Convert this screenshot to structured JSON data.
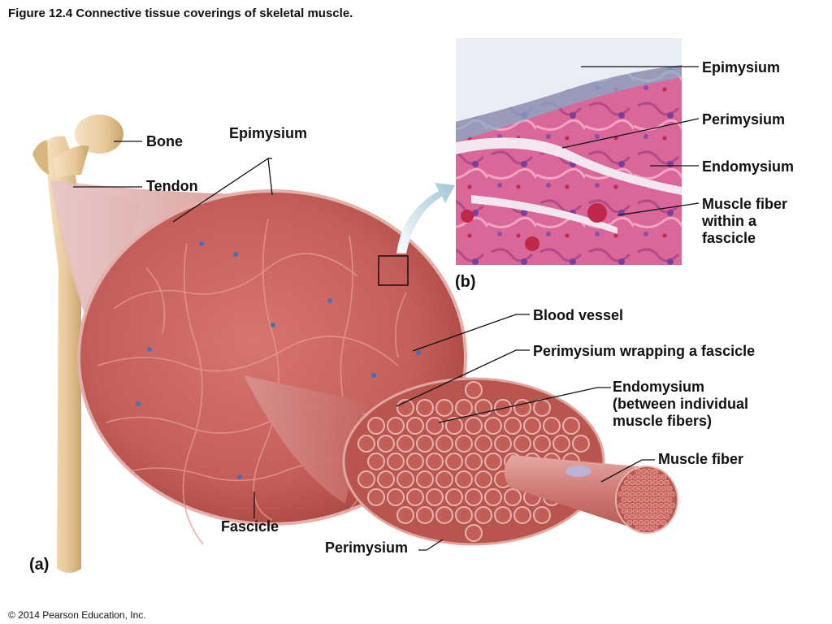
{
  "figure": {
    "title": "Figure 12.4  Connective tissue coverings of skeletal muscle.",
    "copyright": "© 2014 Pearson Education, Inc."
  },
  "panel_a": {
    "label": "(a)",
    "labels": {
      "bone": "Bone",
      "tendon": "Tendon",
      "epimysium": "Epimysium",
      "blood_vessel": "Blood vessel",
      "perimysium_wrapping": "Perimysium wrapping a fascicle",
      "endomysium": [
        "Endomysium",
        "(between individual",
        "muscle fibers)"
      ],
      "muscle_fiber": "Muscle fiber",
      "fascicle": "Fascicle",
      "perimysium": "Perimysium"
    }
  },
  "panel_b": {
    "label": "(b)",
    "labels": {
      "epimysium": "Epimysium",
      "perimysium": "Perimysium",
      "endomysium": "Endomysium",
      "muscle_fiber_fascicle": [
        "Muscle fiber",
        "within a",
        "fascicle"
      ]
    }
  },
  "colors": {
    "muscle": "#c9625f",
    "muscle_dark": "#a8443f",
    "bone": "#e8c99a",
    "tendon": "#dfe6ef",
    "histology_pink": "#d9679a",
    "histology_purple": "#8c4fa3"
  }
}
